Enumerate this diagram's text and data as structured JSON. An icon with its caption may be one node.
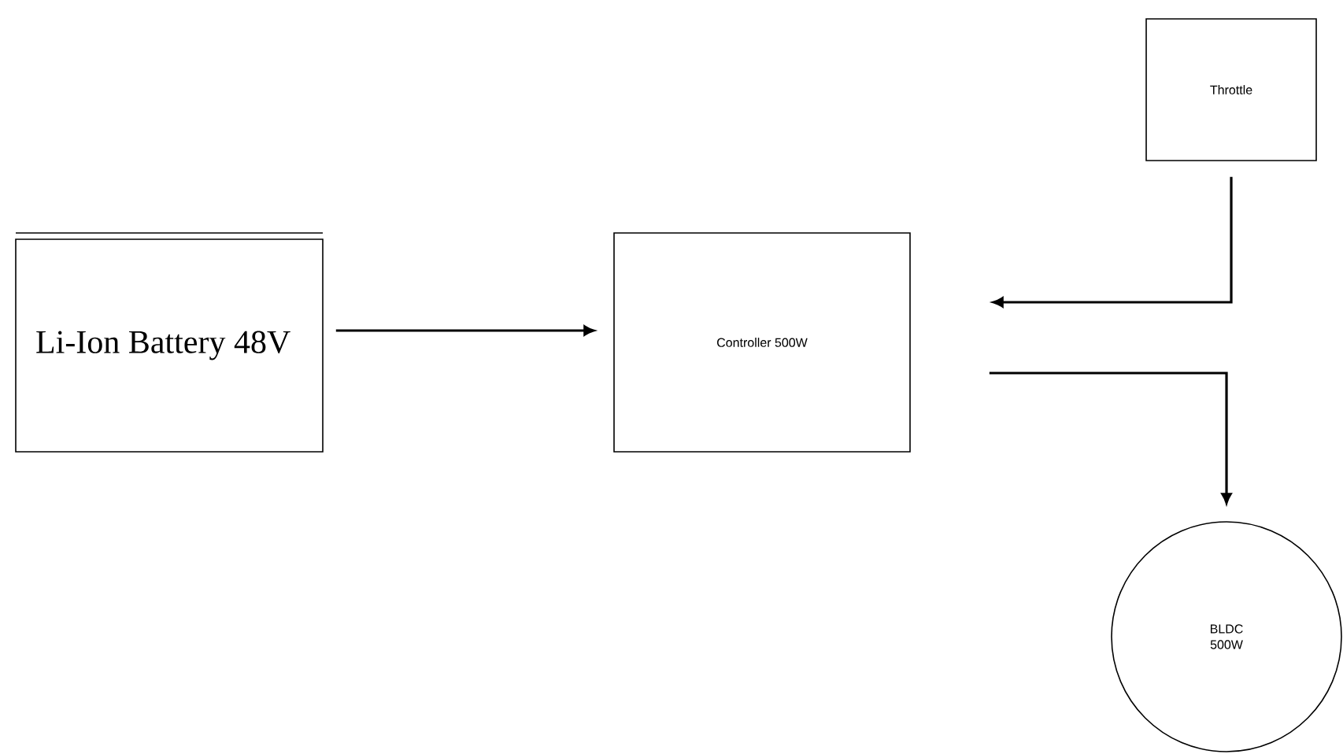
{
  "diagram": {
    "nodes": [
      {
        "text": [
          "Li-Ion Battery 48V"
        ]
      },
      {
        "text": [
          "Controller 500W"
        ]
      },
      {
        "text": [
          "Throttle"
        ]
      },
      {
        "text": [
          "BLDC 500W"
        ]
      }
    ],
    "edges": [
      {
        "from": 0,
        "to": 1,
        "arrow": "to"
      },
      {
        "from": 2,
        "to": 1,
        "arrow": "to"
      },
      {
        "from": 1,
        "to": 3,
        "arrow": "to"
      }
    ]
  }
}
